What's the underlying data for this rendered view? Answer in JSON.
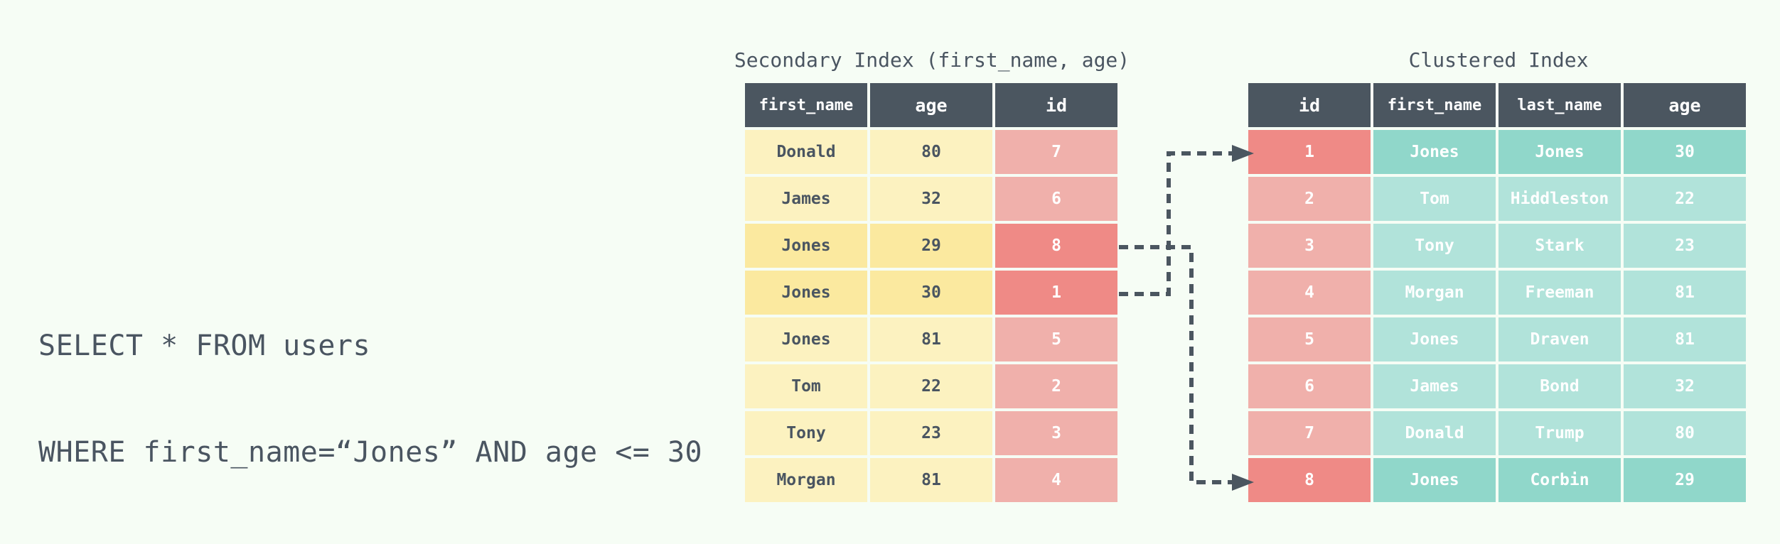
{
  "query": {
    "line1": "SELECT * FROM users",
    "line2": "WHERE first_name=“Jones” AND age <= 30"
  },
  "secondary_index": {
    "title": "Secondary Index (first_name, age)",
    "headers": [
      "first_name",
      "age",
      "id"
    ],
    "rows": [
      {
        "first_name": "Donald",
        "age": "80",
        "id": "7",
        "highlight": false
      },
      {
        "first_name": "James",
        "age": "32",
        "id": "6",
        "highlight": false
      },
      {
        "first_name": "Jones",
        "age": "29",
        "id": "8",
        "highlight": true
      },
      {
        "first_name": "Jones",
        "age": "30",
        "id": "1",
        "highlight": true
      },
      {
        "first_name": "Jones",
        "age": "81",
        "id": "5",
        "highlight": false
      },
      {
        "first_name": "Tom",
        "age": "22",
        "id": "2",
        "highlight": false
      },
      {
        "first_name": "Tony",
        "age": "23",
        "id": "3",
        "highlight": false
      },
      {
        "first_name": "Morgan",
        "age": "81",
        "id": "4",
        "highlight": false
      }
    ]
  },
  "clustered_index": {
    "title": "Clustered Index",
    "headers": [
      "id",
      "first_name",
      "last_name",
      "age"
    ],
    "rows": [
      {
        "id": "1",
        "first_name": "Jones",
        "last_name": "Jones",
        "age": "30",
        "highlight": true
      },
      {
        "id": "2",
        "first_name": "Tom",
        "last_name": "Hiddleston",
        "age": "22",
        "highlight": false
      },
      {
        "id": "3",
        "first_name": "Tony",
        "last_name": "Stark",
        "age": "23",
        "highlight": false
      },
      {
        "id": "4",
        "first_name": "Morgan",
        "last_name": "Freeman",
        "age": "81",
        "highlight": false
      },
      {
        "id": "5",
        "first_name": "Jones",
        "last_name": "Draven",
        "age": "81",
        "highlight": false
      },
      {
        "id": "6",
        "first_name": "James",
        "last_name": "Bond",
        "age": "32",
        "highlight": false
      },
      {
        "id": "7",
        "first_name": "Donald",
        "last_name": "Trump",
        "age": "80",
        "highlight": false
      },
      {
        "id": "8",
        "first_name": "Jones",
        "last_name": "Corbin",
        "age": "29",
        "highlight": true
      }
    ]
  },
  "colors": {
    "background": "#f6fdf5",
    "header": "#4b5660",
    "text": "#4a5561",
    "yellow": "#fcf2c0",
    "yellow_highlight": "#fbe99f",
    "red": "#f0b0ab",
    "red_highlight": "#ef8a86",
    "teal": "#b1e3da",
    "teal_highlight": "#90d7ca"
  }
}
